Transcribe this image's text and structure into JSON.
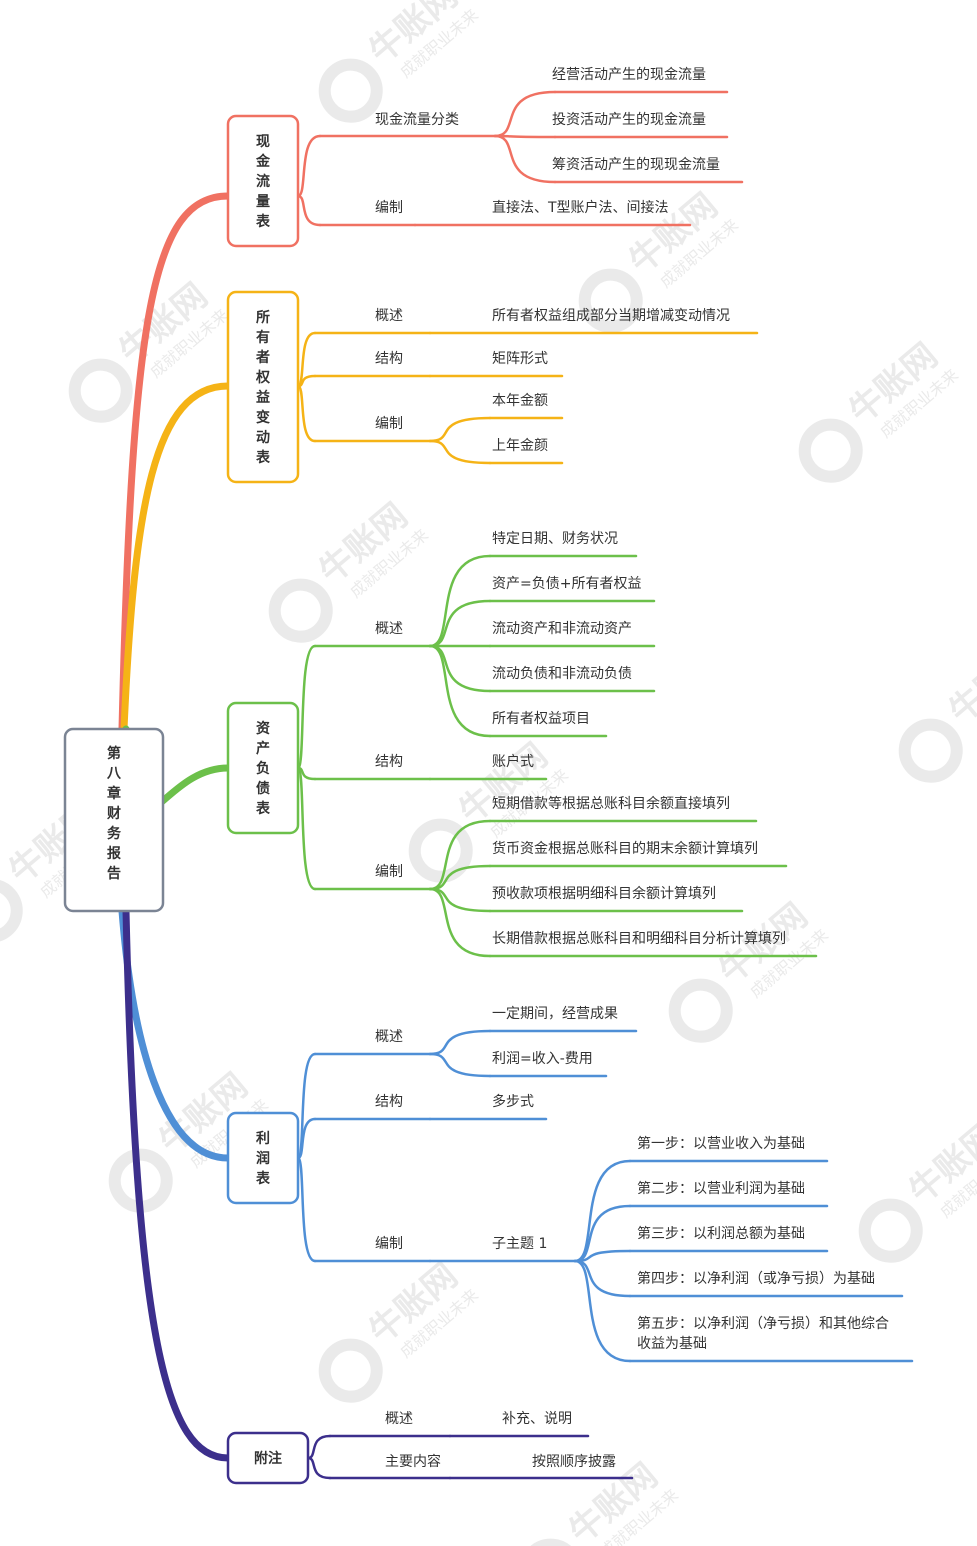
{
  "root": {
    "label": "第八章财务报告",
    "color": "#7b8494"
  },
  "watermark": {
    "brand": "牛账网",
    "slogan": "成就职业未来"
  },
  "branches": [
    {
      "id": "cashflow",
      "label": "现金流量表",
      "color": "#f07162",
      "children": [
        {
          "label": "现金流量分类",
          "children": [
            {
              "label": "经营活动产生的现金流量"
            },
            {
              "label": "投资活动产生的现金流量"
            },
            {
              "label": "筹资活动产生的现现金流量"
            }
          ]
        },
        {
          "label": "编制",
          "children": [
            {
              "label": "直接法、T型账户法、间接法"
            }
          ]
        }
      ]
    },
    {
      "id": "equity",
      "label": "所有者权益变动表",
      "color": "#f5b316",
      "children": [
        {
          "label": "概述",
          "children": [
            {
              "label": "所有者权益组成部分当期增减变动情况"
            }
          ]
        },
        {
          "label": "结构",
          "children": [
            {
              "label": "矩阵形式"
            }
          ]
        },
        {
          "label": "编制",
          "children": [
            {
              "label": "本年金额"
            },
            {
              "label": "上年金颜"
            }
          ]
        }
      ]
    },
    {
      "id": "balance",
      "label": "资产负债表",
      "color": "#6cc04a",
      "children": [
        {
          "label": "概述",
          "children": [
            {
              "label": "特定日期、财务状况"
            },
            {
              "label": "资产=负债+所有者权益"
            },
            {
              "label": "流动资产和非流动资产"
            },
            {
              "label": "流动负债和非流动负债"
            },
            {
              "label": "所有者权益项目"
            }
          ]
        },
        {
          "label": "结构",
          "children": [
            {
              "label": "账户式"
            }
          ]
        },
        {
          "label": "编制",
          "children": [
            {
              "label": "短期借款等根据总账科目余额直接填列"
            },
            {
              "label": "货币资金根据总账科目的期末余额计算填列"
            },
            {
              "label": "预收款项根据明细科目余额计算填列"
            },
            {
              "label": "长期借款根据总账科目和明细科目分析计算填列"
            }
          ]
        }
      ]
    },
    {
      "id": "income",
      "label": "利润表",
      "color": "#4f8fd6",
      "children": [
        {
          "label": "概述",
          "children": [
            {
              "label": "一定期间，经营成果"
            },
            {
              "label": "利润=收入-费用"
            }
          ]
        },
        {
          "label": "结构",
          "children": [
            {
              "label": "多步式"
            }
          ]
        },
        {
          "label": "编制",
          "children": [
            {
              "label": "子主题 1",
              "children": [
                {
                  "label": "第一步：以营业收入为基础"
                },
                {
                  "label": "第二步：以营业利润为基础"
                },
                {
                  "label": "第三步：以利润总额为基础"
                },
                {
                  "label": "第四步：以净利润（或净亏损）为基础"
                },
                {
                  "label": "第五步：以净利润（净亏损）和其他综合收益为基础"
                }
              ]
            }
          ]
        }
      ]
    },
    {
      "id": "notes",
      "label": "附注",
      "color": "#3c2f8c",
      "children": [
        {
          "label": "概述",
          "children": [
            {
              "label": "补充、说明"
            }
          ]
        },
        {
          "label": "主要内容",
          "children": [
            {
              "label": "按照顺序披露"
            }
          ]
        }
      ]
    }
  ]
}
